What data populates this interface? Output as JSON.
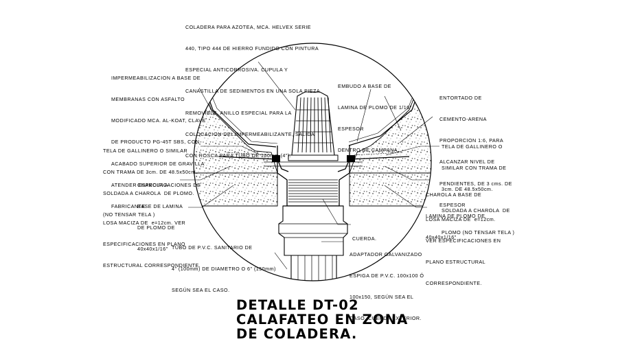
{
  "annotations": {
    "coladera": [
      "COLADERA PARA AZOTEA, MCA. HELVEX SERIE",
      "440, TIPO 444 DE HIERRO FUNDIDO CON PINTURA",
      "ESPECIAL ANTICORROSIVA. CUPULA Y",
      "CANASTILLA DE SEDIMENTOS EN UNA SOLA PIEZA",
      "REMOVIBLE, ANILLO ESPECIAL PARA LA",
      "COLOCACION DEL IMPERMEABILIZANTE, SALIDA",
      "CON ROSCA PARA TUBO DE 100mm (4\")."
    ],
    "impermeabilizacion": [
      "IMPERMEABILIZACION A BASE DE",
      "MEMBRANAS CON ASFALTO",
      "MODIFICADO MCA. AL-KOAT, CLAVE",
      "DE PRODUCTO PG-45T SBS, CON",
      "ACABADO SUPERIOR DE GRAVILLA",
      "ATENDER ESPECIFICACIONES DE",
      "FABRICANTE"
    ],
    "embudo": [
      "EMBUDO A BASE DE",
      "LAMINA DE PLOMO DE 1/16\"",
      "ESPESOR",
      "DENTRO DE CAMPANA."
    ],
    "entortado": [
      "ENTORTADO DE",
      "CEMENTO-ARENA",
      "PROPORCION 1:6, PARA",
      "ALCANZAR NIVEL DE",
      "PENDIENTES, DE 3 cms. DE",
      "ESPESOR"
    ],
    "tela_left": [
      "TELA DE GALLINERO O SIMILAR",
      "CON TRAMA DE 3cm. DE 48.5x50cm.",
      "SOLDADA A CHAROLA  DE PLOMO.",
      "(NO TENSAR TELA )"
    ],
    "tela_right": [
      "TELA DE GALLINERO O",
      "SIMILAR CON TRAMA DE",
      "3cm. DE 48.5x50cm.",
      "SOLDADA A CHAROLA  DE",
      "PLOMO (NO TENSAR TELA )"
    ],
    "charola_left": [
      "CHAROLA A",
      "BASE DE LAMINA",
      "DE PLOMO DE",
      "40x40x1/16\""
    ],
    "charola_right": [
      "CHAROLA A BASE DE",
      "LAMINA DE PLOMO DE",
      "40x40x1/16\""
    ],
    "losa_left": [
      "LOSA MACIZA DE  e=12cm. VER",
      "ESPECIFICACIONES EN PLANO",
      "ESTRUCTURAL CORRESPONDIENTE."
    ],
    "losa_right": [
      "LOSA MACIZA DE  e=12cm.",
      "VER ESPECIFICACIONES EN",
      "PLANO ESTRUCTURAL",
      "CORRESPONDIENTE."
    ],
    "cuerda": [
      "CUERDA."
    ],
    "tubo": [
      "TUBO DE P.V.C. SANITARIO DE",
      "4\" (100mm) DE DIAMETRO O 6\" (150mm)",
      "SEGÚN SEA EL CASO."
    ],
    "adaptador": [
      "ADAPTADOR GALVANIZADO",
      "ESPIGA DE P.V.C. 100x100 Ó",
      "100x150, SEGÚN SEA EL",
      "CASO. CUERDA EXTERIOR."
    ]
  },
  "title": {
    "line1": "DETALLE DT-02",
    "line2": "CALAFATEO EN ZONA",
    "line3": "DE COLADERA."
  },
  "colors": {
    "ink": "#000000",
    "background": "#ffffff"
  }
}
